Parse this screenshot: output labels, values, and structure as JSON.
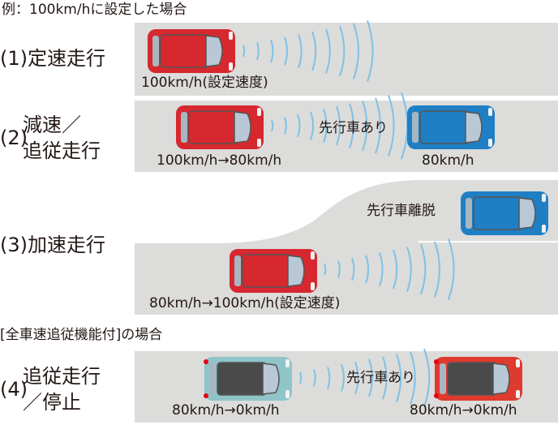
{
  "header": "例：100km/hに設定した場合",
  "sections": [
    {
      "num": "(1)",
      "title": "定速走行",
      "own_speed": "100km/h(設定速度)"
    },
    {
      "num": "(2)",
      "title_line1": "減速／",
      "title_line2": "追従走行",
      "own_speed": "100km/h→80km/h",
      "lead_label": "先行車あり",
      "lead_speed": "80km/h"
    },
    {
      "num": "(3)",
      "title": "加速走行",
      "own_speed": "80km/h→100km/h(設定速度)",
      "lead_label": "先行車離脱"
    },
    {
      "num": "(4)",
      "title_line1": "追従走行",
      "title_line2": "／停止",
      "own_speed": "80km/h→0km/h",
      "lead_label": "先行車あり",
      "lead_speed": "80km/h→0km/h"
    }
  ],
  "subheader": "[全車速追従機能付]の場合",
  "colors": {
    "red_car": "#d7282f",
    "blue_car": "#1f7fc4",
    "teal_car": "#8fc4c8",
    "road": "#dcdcdb",
    "radar": "#7fc1e6"
  }
}
